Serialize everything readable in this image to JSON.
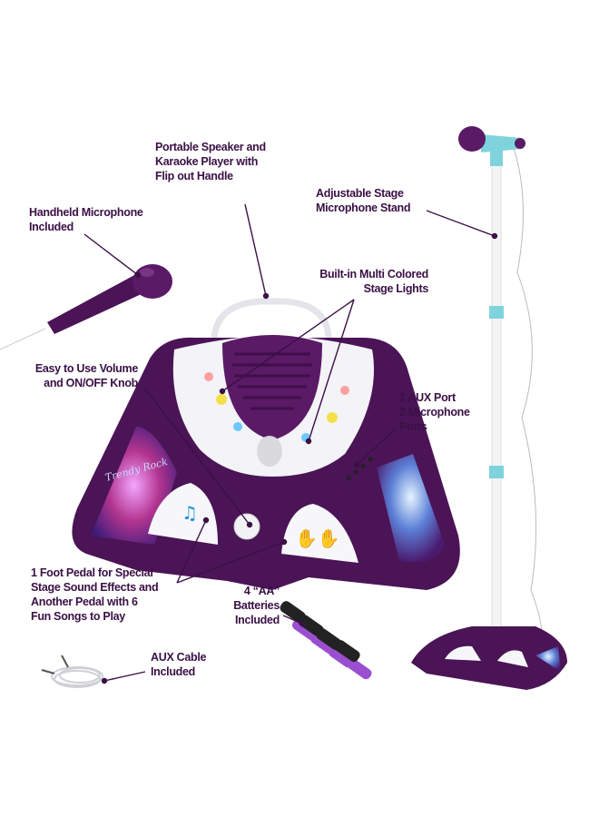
{
  "product": {
    "logo_text": "Trendy Rock",
    "colors": {
      "body": "#4b1456",
      "accent": "#5ec6d6",
      "label_text": "#3a1045",
      "panel": "#f3f3f8"
    }
  },
  "callouts": {
    "speaker": [
      "Portable Speaker and",
      "Karaoke Player with",
      "Flip out Handle"
    ],
    "handheld_mic": [
      "Handheld Microphone",
      "Included"
    ],
    "stand": [
      "Adjustable Stage",
      "Microphone Stand"
    ],
    "lights": [
      "Built-in Multi Colored",
      "Stage Lights"
    ],
    "knob": [
      "Easy to Use Volume",
      "and ON/OFF Knob"
    ],
    "ports": [
      "1 AUX Port",
      "2 Microphone",
      "Ports"
    ],
    "pedals": [
      "1 Foot Pedal for Special",
      "Stage Sound Effects and",
      "Another Pedal with 6",
      "Fun Songs to Play"
    ],
    "batteries": [
      "4 “AA”",
      "Batteries",
      "Included"
    ],
    "aux_cable": [
      "AUX Cable",
      "Included"
    ]
  }
}
